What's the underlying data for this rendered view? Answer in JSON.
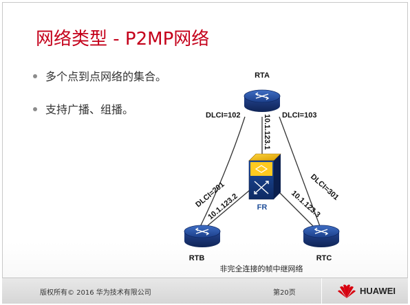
{
  "slide": {
    "title": "网络类型 - P2MP网络",
    "bullets": [
      "多个点到点网络的集合。",
      "支持广播、组播。"
    ]
  },
  "diagram": {
    "routers": [
      {
        "id": "rta",
        "label": "RTA"
      },
      {
        "id": "rtb",
        "label": "RTB"
      },
      {
        "id": "rtc",
        "label": "RTC"
      }
    ],
    "switch_label": "FR",
    "dlci": {
      "rta_rtb": "DLCI=102",
      "rta_rtc": "DLCI=103",
      "rtb": "DLCI=201",
      "rtc": "DLCI=301"
    },
    "addresses": {
      "rta": "10.1.123.1",
      "rtb": "10.1.123.2",
      "rtc": "10.1.123.3"
    },
    "caption": "非完全连接的帧中继网络",
    "colors": {
      "router": "#1a3f8c",
      "switch": "#e8b000",
      "fr_label": "#1f4e99",
      "title": "#c4001a"
    }
  },
  "footer": {
    "copyright": "版权所有© 2016 华为技术有限公司",
    "page": "第20页",
    "brand": "HUAWEI"
  }
}
